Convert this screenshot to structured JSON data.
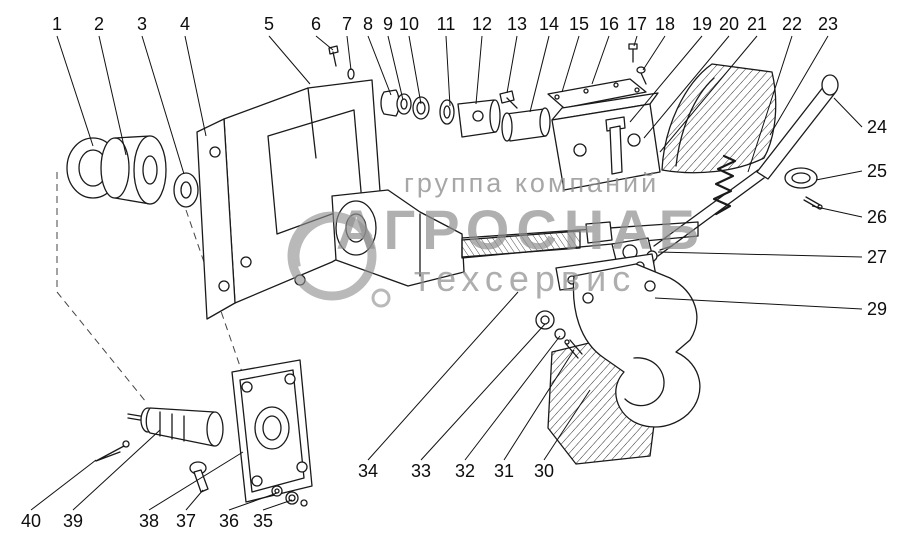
{
  "watermark": {
    "line1": "группа компаний",
    "line2": "АГРОСНАБ",
    "line3": "техсервис"
  },
  "callouts": [
    "1",
    "2",
    "3",
    "4",
    "5",
    "6",
    "7",
    "8",
    "9",
    "10",
    "11",
    "12",
    "13",
    "14",
    "15",
    "16",
    "17",
    "18",
    "19",
    "20",
    "21",
    "22",
    "23",
    "24",
    "25",
    "26",
    "27",
    "29",
    "30",
    "31",
    "32",
    "33",
    "34",
    "35",
    "36",
    "37",
    "38",
    "39",
    "40"
  ],
  "colors": {
    "ink": "#1a1a1a",
    "watermark_gray": "#8f8f8f",
    "background": "#ffffff"
  }
}
